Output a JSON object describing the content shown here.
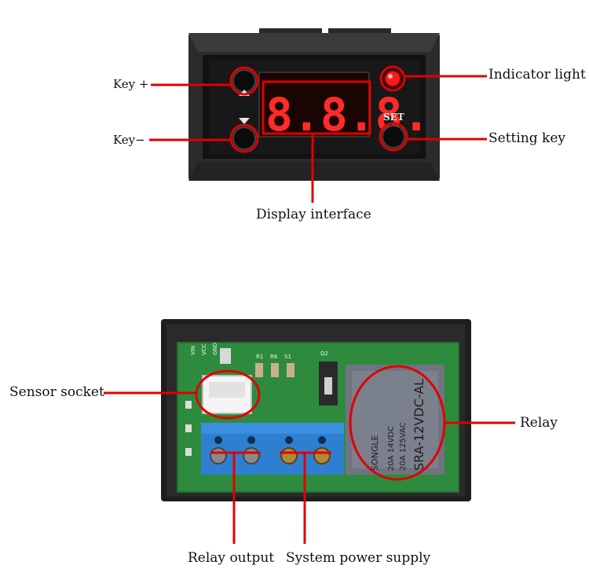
{
  "top_module": {
    "display_reading": "8.8.8.",
    "set_key_print": "SET",
    "labels": {
      "key_plus": "Key +",
      "key_minus": "Key−",
      "indicator_light": "Indicator light",
      "setting_key": "Setting key",
      "display_interface": "Display interface"
    }
  },
  "bottom_module": {
    "relay_print": [
      "SONGLE",
      "20A 14VDC",
      "20A 125VAC",
      "SRA-12VDC-AL"
    ],
    "pcb_silkscreen": [
      "VIN",
      "VCC",
      "GND",
      "Q2",
      "R1",
      "R6",
      "S1"
    ],
    "labels": {
      "sensor_socket": "Sensor socket",
      "relay": "Relay",
      "relay_output": "Relay output",
      "system_power_supply": "System power supply"
    }
  },
  "colors": {
    "callout_line": "#e00000",
    "led_red": "#ff2b2b",
    "pcb_green": "#2e8b3e",
    "terminal_blue": "#2f7fd0",
    "relay_body": "#6f7480",
    "case_black": "#1e1e1e"
  }
}
